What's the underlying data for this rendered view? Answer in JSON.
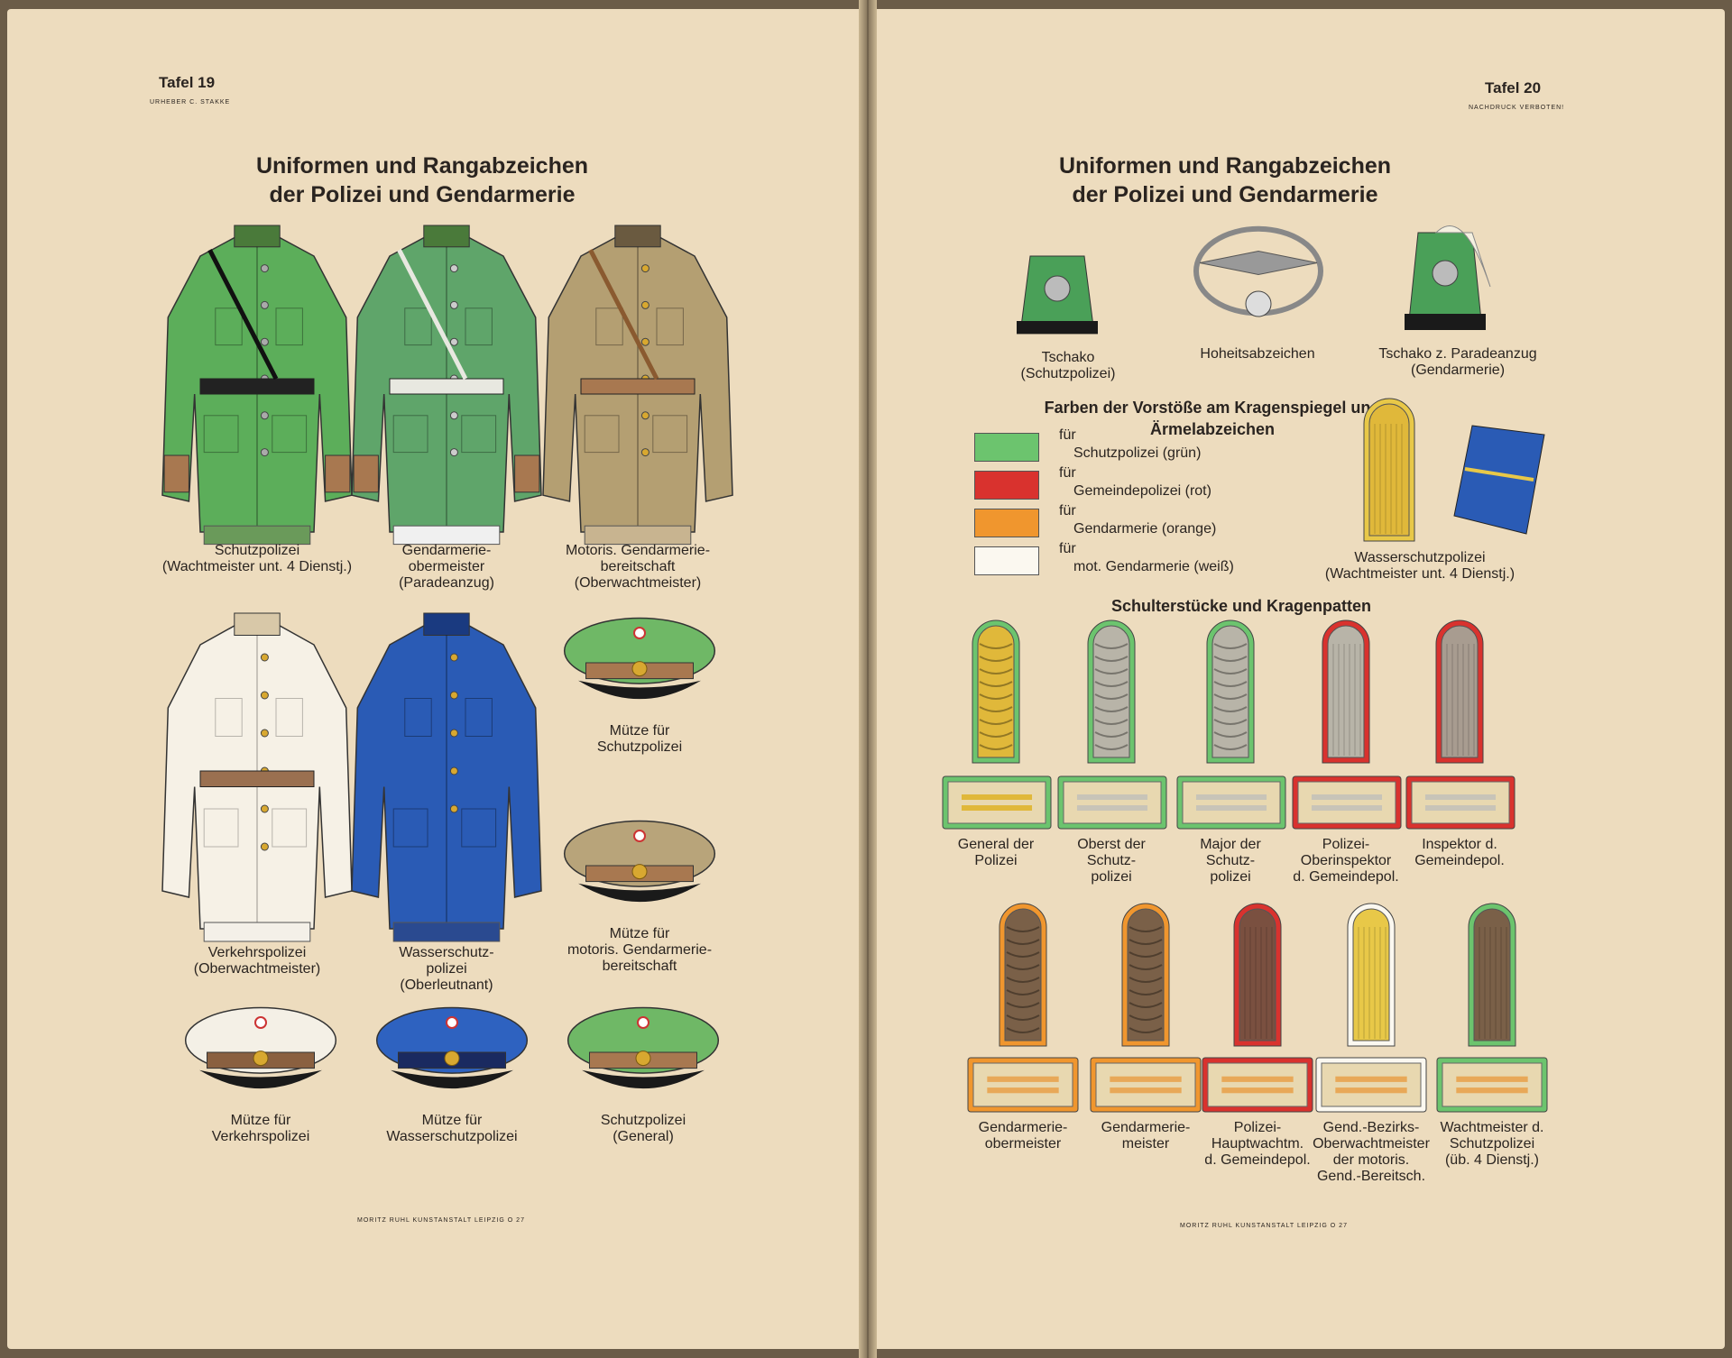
{
  "left_page": {
    "tafel": "Tafel 19",
    "copyright": "URHEBER C. STAKKE",
    "title_line1": "Uniformen und Rangabzeichen",
    "title_line2": "der Polizei und Gendarmerie",
    "uniforms": [
      {
        "caption": [
          "Schutzpolizei",
          "(Wachtmeister unt. 4 Dienstj.)"
        ],
        "color": "#5cae5a"
      },
      {
        "caption": [
          "Gendarmerie-",
          "obermeister",
          "(Paradeanzug)"
        ],
        "color": "#5fa56a"
      },
      {
        "caption": [
          "Motoris. Gendarmerie-",
          "bereitschaft",
          "(Oberwachtmeister)"
        ],
        "color": "#b49f72"
      },
      {
        "caption": [
          "Verkehrspolizei",
          "(Oberwachtmeister)"
        ],
        "color": "#f6f1e6"
      },
      {
        "caption": [
          "Wasserschutz-",
          "polizei",
          "(Oberleutnant)"
        ],
        "color": "#2a5bb5"
      }
    ],
    "caps": [
      {
        "caption": [
          "Mütze für",
          "Schutzpolizei"
        ],
        "color": "#6fb866"
      },
      {
        "caption": [
          "Mütze für",
          "motoris. Gendarmerie-",
          "bereitschaft"
        ],
        "color": "#b8a47a"
      },
      {
        "caption": [
          "Mütze für",
          "Verkehrspolizei"
        ],
        "color": "#f4f0e6"
      },
      {
        "caption": [
          "Mütze für",
          "Wasserschutzpolizei"
        ],
        "color": "#2e62c0"
      },
      {
        "caption": [
          "Schutzpolizei",
          "(General)"
        ],
        "color": "#6fb866"
      }
    ],
    "footer": "MORITZ RUHL KUNSTANSTALT LEIPZIG O 27"
  },
  "right_page": {
    "tafel": "Tafel 20",
    "notice": "NACHDRUCK VERBOTEN!",
    "title_line1": "Uniformen und Rangabzeichen",
    "title_line2": "der Polizei und Gendarmerie",
    "helmets": [
      {
        "caption": [
          "Tschako",
          "(Schutzpolizei)"
        ]
      },
      {
        "caption": [
          "Hoheitsabzeichen"
        ]
      },
      {
        "caption": [
          "Tschako z. Paradeanzug",
          "(Gendarmerie)"
        ]
      }
    ],
    "colors_heading": [
      "Farben der Vorstöße am Kragenspiegel und",
      "Ärmelabzeichen"
    ],
    "colors": [
      {
        "prefix": "für",
        "label": "Schutzpolizei (grün)",
        "hex": "#6cc46e"
      },
      {
        "prefix": "für",
        "label": "Gemeindepolizei (rot)",
        "hex": "#d9322e"
      },
      {
        "prefix": "für",
        "label": "Gendarmerie (orange)",
        "hex": "#f0962e"
      },
      {
        "prefix": "für",
        "label": "mot. Gendarmerie (weiß)",
        "hex": "#fbf8f0"
      }
    ],
    "water_police": [
      "Wasserschutzpolizei",
      "(Wachtmeister unt. 4 Dienstj.)"
    ],
    "shoulder_heading": "Schulterstücke und Kragenpatten",
    "row1": [
      {
        "caption": [
          "General der",
          "Polizei"
        ],
        "edge": "#6cc46e",
        "fill": "#e0b83a"
      },
      {
        "caption": [
          "Oberst der",
          "Schutz-",
          "polizei"
        ],
        "edge": "#6cc46e",
        "fill": "#b8b4a8"
      },
      {
        "caption": [
          "Major der",
          "Schutz-",
          "polizei"
        ],
        "edge": "#6cc46e",
        "fill": "#b8b4a8"
      },
      {
        "caption": [
          "Polizei-",
          "Oberinspektor",
          "d. Gemeindepol."
        ],
        "edge": "#d9322e",
        "fill": "#b8b4a8"
      },
      {
        "caption": [
          "Inspektor d.",
          "Gemeindepol."
        ],
        "edge": "#d9322e",
        "fill": "#a89c90"
      }
    ],
    "row2": [
      {
        "caption": [
          "Gendarmerie-",
          "obermeister"
        ],
        "edge": "#f0962e",
        "fill": "#7a6048"
      },
      {
        "caption": [
          "Gendarmerie-",
          "meister"
        ],
        "edge": "#f0962e",
        "fill": "#7a6048"
      },
      {
        "caption": [
          "Polizei-",
          "Hauptwachtm.",
          "d. Gemeindepol."
        ],
        "edge": "#d9322e",
        "fill": "#7a5040"
      },
      {
        "caption": [
          "Gend.-Bezirks-",
          "Oberwachtmeister",
          "der motoris.",
          "Gend.-Bereitsch."
        ],
        "edge": "#fbf8f0",
        "fill": "#e8c848"
      },
      {
        "caption": [
          "Wachtmeister d.",
          "Schutzpolizei",
          "(üb. 4 Dienstj.)"
        ],
        "edge": "#6cc46e",
        "fill": "#7a6048"
      }
    ],
    "footer": "MORITZ RUHL KUNSTANSTALT LEIPZIG O 27"
  }
}
